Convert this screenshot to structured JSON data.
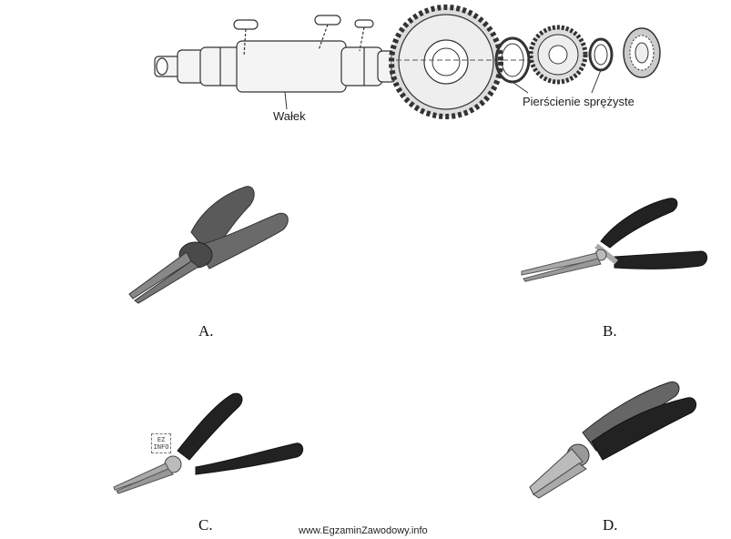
{
  "diagram": {
    "shaft_label": "Wałek",
    "rings_label": "Pierścienie sprężyste"
  },
  "options": [
    {
      "letter": "A.",
      "tool": "flat-nose-pliers-icon"
    },
    {
      "letter": "B.",
      "tool": "needle-nose-pliers-icon"
    },
    {
      "letter": "C.",
      "tool": "round-nose-pliers-icon"
    },
    {
      "letter": "D.",
      "tool": "combination-pliers-icon"
    }
  ],
  "watermark": {
    "text": "www.EgzaminZawodowy.info",
    "stamp_text": "EZ INFO"
  }
}
